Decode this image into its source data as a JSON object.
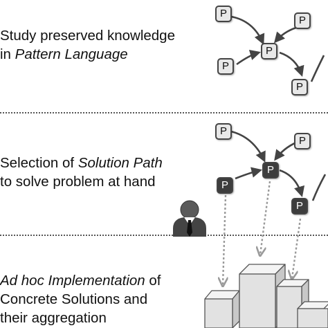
{
  "sections": [
    {
      "line1_plain": "Study preserved knowledge",
      "line2_plain": "in ",
      "line2_italic": "Pattern Language"
    },
    {
      "line1_plain": "Selection of ",
      "line1_italic": "Solution Path",
      "line2_plain": "to solve problem at hand"
    },
    {
      "line1_italic": "Ad hoc Implementation",
      "line1_plain": " of",
      "line2_plain": "Concrete Solutions and",
      "line3_plain": "their aggregation"
    }
  ],
  "node_label": "P",
  "colors": {
    "node_fill": "#e8e8e8",
    "node_selected_fill": "#3d3d3d",
    "arrow": "#444444",
    "dashed_arrow": "#9a9a9a",
    "block_front": "#e2e2e2",
    "block_top": "#f4f4f4",
    "block_side": "#c8c8c8"
  }
}
